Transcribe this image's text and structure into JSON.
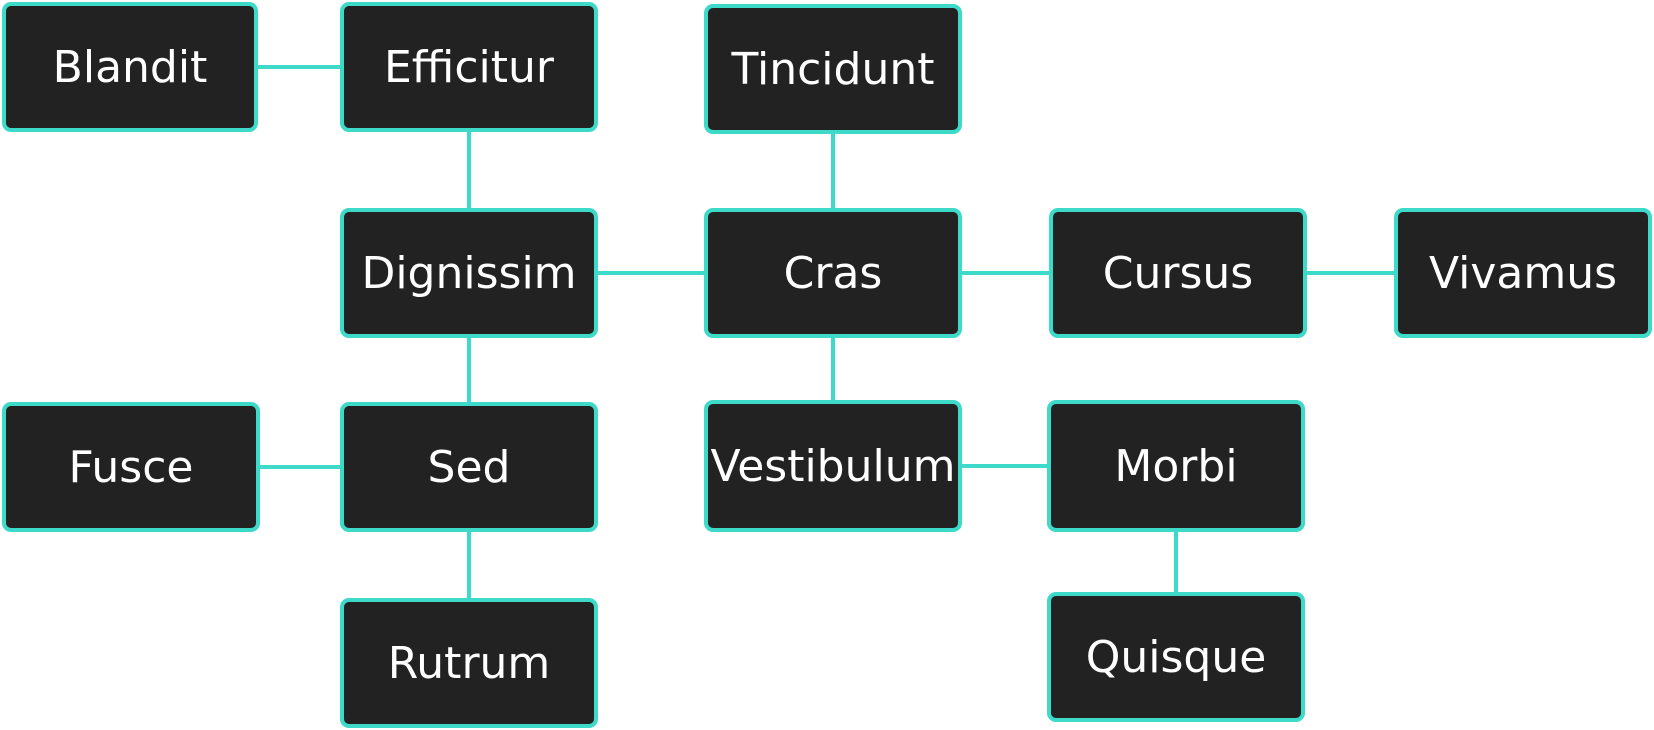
{
  "colors": {
    "node_fill": "#222222",
    "node_border": "#3dd9c9",
    "node_text": "#ffffff",
    "edge": "#3dd9c9",
    "background": "#ffffff"
  },
  "nodes": {
    "blandit": "Blandit",
    "efficitur": "Efficitur",
    "tincidunt": "Tincidunt",
    "dignissim": "Dignissim",
    "cras": "Cras",
    "cursus": "Cursus",
    "vivamus": "Vivamus",
    "fusce": "Fusce",
    "sed": "Sed",
    "vestibulum": "Vestibulum",
    "morbi": "Morbi",
    "rutrum": "Rutrum",
    "quisque": "Quisque"
  },
  "edges": [
    [
      "blandit",
      "efficitur"
    ],
    [
      "efficitur",
      "dignissim"
    ],
    [
      "tincidunt",
      "cras"
    ],
    [
      "dignissim",
      "cras"
    ],
    [
      "cras",
      "cursus"
    ],
    [
      "cursus",
      "vivamus"
    ],
    [
      "dignissim",
      "sed"
    ],
    [
      "cras",
      "vestibulum"
    ],
    [
      "fusce",
      "sed"
    ],
    [
      "sed",
      "rutrum"
    ],
    [
      "vestibulum",
      "morbi"
    ],
    [
      "morbi",
      "quisque"
    ]
  ]
}
